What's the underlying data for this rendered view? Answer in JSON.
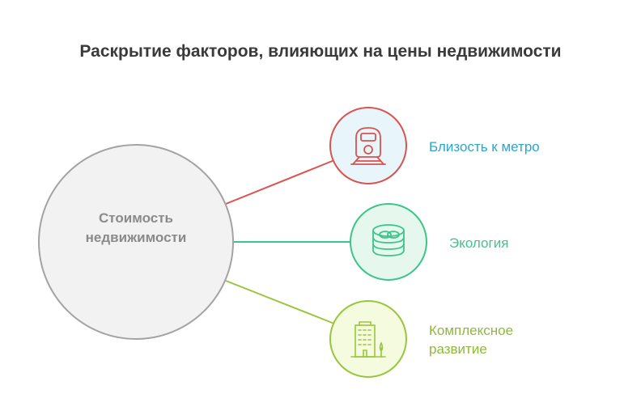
{
  "title": "Раскрытие факторов, влияющих на цены недвижимости",
  "center": {
    "line1": "Стоимость",
    "line2": "недвижимости"
  },
  "factors": [
    {
      "label": "Близость к метро",
      "icon": "train-icon",
      "color": "#d9534f",
      "fill": "#e8f6fb",
      "text_color": "#2aa6cf"
    },
    {
      "label": "Экология",
      "icon": "coins-icon",
      "color": "#3cc58a",
      "fill": "#e6f8ee",
      "text_color": "#3cc58a"
    },
    {
      "label_line1": "Комплексное",
      "label_line2": "развитие",
      "icon": "building-icon",
      "color": "#9bc53d",
      "fill": "#f5fbdf",
      "text_color": "#8fb83a"
    }
  ]
}
